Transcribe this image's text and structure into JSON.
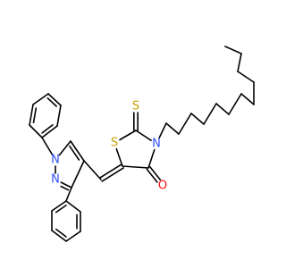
{
  "atom_labels": {
    "n1": "N",
    "n2": "N",
    "n3": "N",
    "s1": "S",
    "s2": "S",
    "o1": "O"
  },
  "colors": {
    "bond": "#000000",
    "nitrogen": "#3050F8",
    "sulfur": "#C8A000",
    "oxygen": "#FF0D0D"
  }
}
